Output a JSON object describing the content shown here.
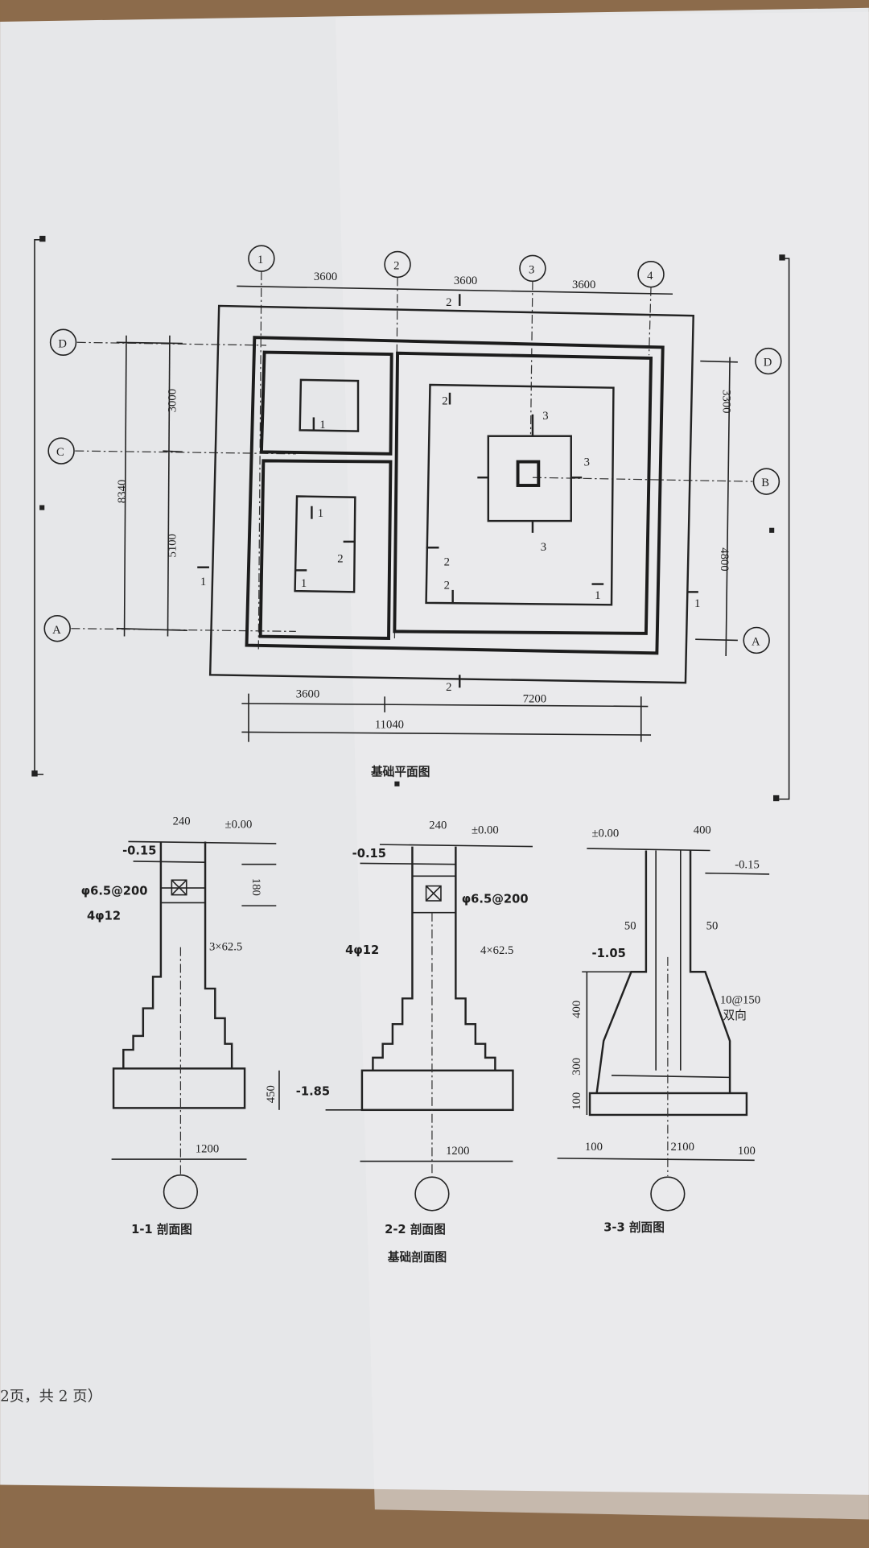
{
  "plan": {
    "title": "基础平面图",
    "axes_top": [
      "1",
      "2",
      "3",
      "4"
    ],
    "axes_left": [
      "D",
      "C",
      "A"
    ],
    "axes_right": [
      "D",
      "B",
      "A"
    ],
    "dims_top": [
      "3600",
      "3600",
      "3600"
    ],
    "dims_left": {
      "total": "8340",
      "upper": "3000",
      "lower": "5100"
    },
    "dims_right": {
      "upper": "3300",
      "lower": "4800"
    },
    "dims_bottom": {
      "left": "3600",
      "right": "7200",
      "total": "11040"
    },
    "marks": {
      "s1": "1",
      "s2": "2",
      "s3": "3"
    }
  },
  "sections": {
    "title": "基础剖面图",
    "s11": {
      "caption": "1-1 剖面图",
      "width": "240",
      "top_elev": "±0.00",
      "ground": "-0.15",
      "stirrup": "φ6.5@200",
      "rebar": "4φ12",
      "beam_h": "180",
      "step": "3×62.5",
      "base": "1200"
    },
    "s22": {
      "caption": "2-2 剖面图",
      "width": "240",
      "top_elev": "±0.00",
      "ground": "-0.15",
      "stirrup": "φ6.5@200",
      "rebar": "4φ12",
      "step": "4×62.5",
      "depth": "450",
      "bottom_elev": "-1.85",
      "base": "1200"
    },
    "s33": {
      "caption": "3-3 剖面图",
      "top_elev": "±0.00",
      "width": "400",
      "ground": "-0.15",
      "cover_l": "50",
      "cover_r": "50",
      "elev": "-1.05",
      "mesh": "10@150",
      "mesh_note": "双向",
      "h1": "400",
      "h2": "300",
      "h3": "100",
      "off_l": "100",
      "base": "2100",
      "off_r": "100"
    }
  },
  "footer": {
    "page": "2页，共 2 页）"
  }
}
